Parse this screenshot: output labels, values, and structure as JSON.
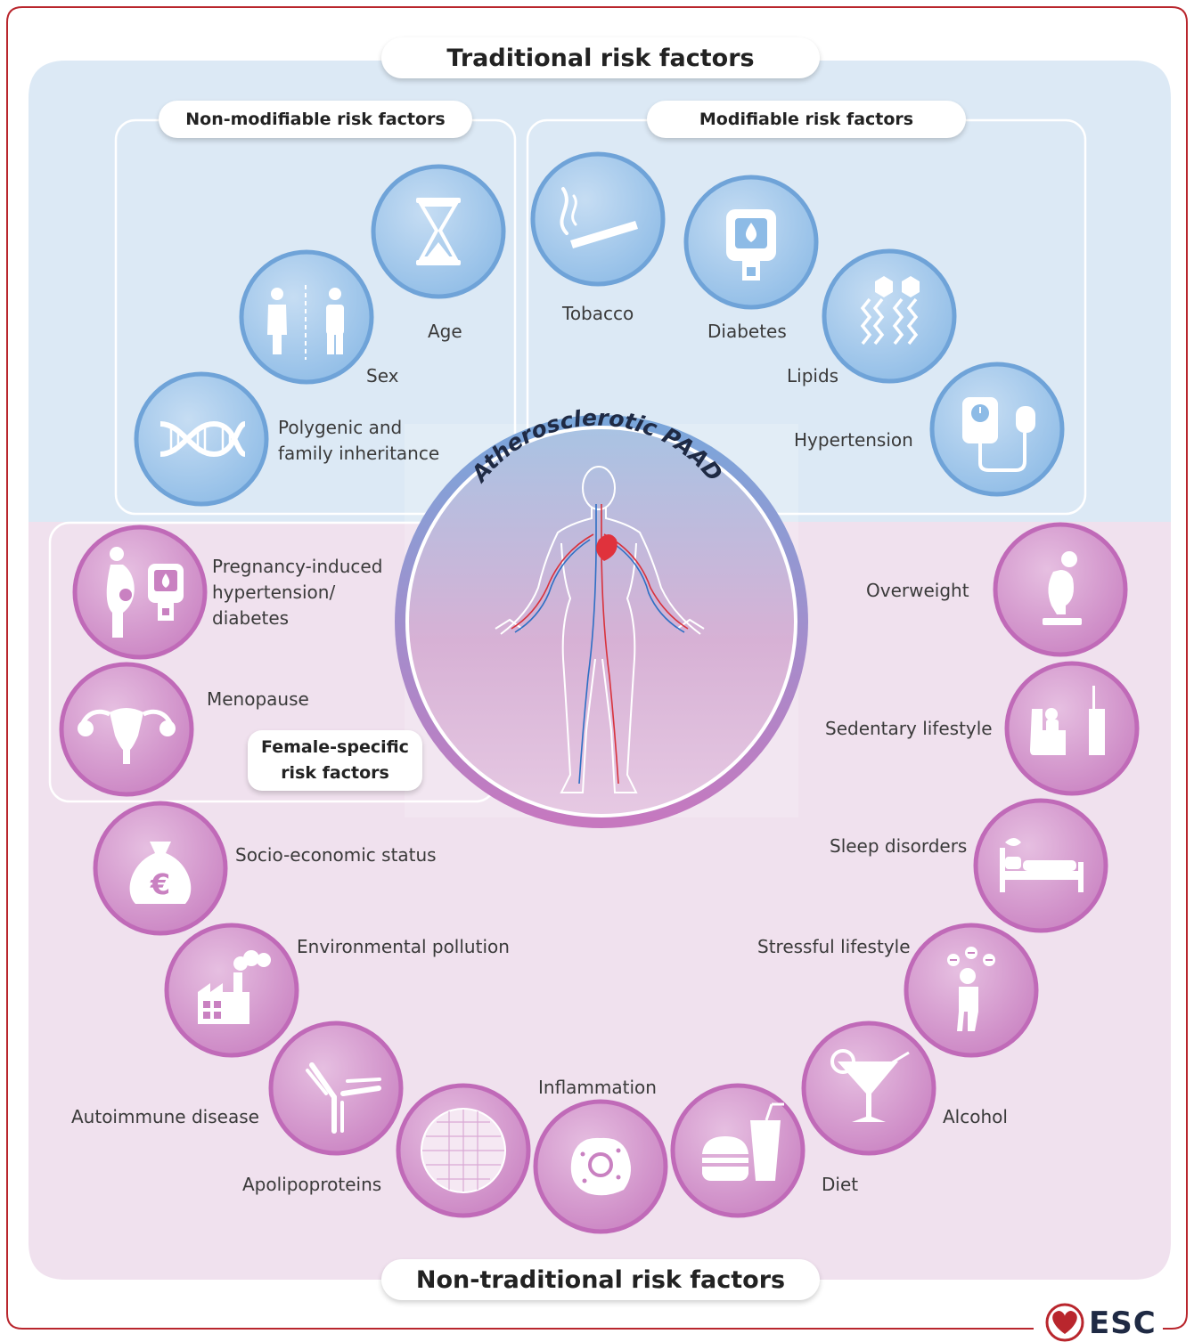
{
  "header": {
    "title": "Traditional risk factors"
  },
  "footer": {
    "title": "Non-traditional risk factors"
  },
  "non_modifiable": {
    "title": "Non-modifiable risk factors",
    "items": [
      {
        "label": "Age",
        "icon": "hourglass-icon"
      },
      {
        "label": "Sex",
        "icon": "male-female-icon"
      },
      {
        "label": "Polygenic and\nfamily inheritance",
        "icon": "dna-icon"
      }
    ]
  },
  "modifiable": {
    "title": "Modifiable risk factors",
    "items": [
      {
        "label": "Tobacco",
        "icon": "cigarette-icon"
      },
      {
        "label": "Diabetes",
        "icon": "glucometer-icon"
      },
      {
        "label": "Lipids",
        "icon": "lipid-molecule-icon"
      },
      {
        "label": "Hypertension",
        "icon": "blood-pressure-monitor-icon"
      }
    ]
  },
  "center": {
    "title": "Atherosclerotic PAAD",
    "icon": "female-anatomy-vascular-icon"
  },
  "female_specific": {
    "title": "Female-specific\nrisk factors",
    "items": [
      {
        "label": "Pregnancy-induced\nhypertension/\ndiabetes",
        "icon": "pregnancy-glucometer-icon"
      },
      {
        "label": "Menopause",
        "icon": "uterus-icon"
      }
    ]
  },
  "non_traditional": {
    "items": [
      {
        "label": "Overweight",
        "icon": "overweight-person-icon"
      },
      {
        "label": "Sedentary lifestyle",
        "icon": "armchair-tv-icon"
      },
      {
        "label": "Sleep disorders",
        "icon": "bed-sleep-icon"
      },
      {
        "label": "Stressful lifestyle",
        "icon": "stressed-person-icon"
      },
      {
        "label": "Alcohol",
        "icon": "cocktail-glass-icon"
      },
      {
        "label": "Diet",
        "icon": "burger-drink-icon"
      },
      {
        "label": "Inflammation",
        "icon": "inflammatory-cell-icon"
      },
      {
        "label": "Apolipoproteins",
        "icon": "lipoprotein-particle-icon"
      },
      {
        "label": "Autoimmune disease",
        "icon": "antibody-icon"
      },
      {
        "label": "Environmental pollution",
        "icon": "factory-smoke-icon"
      },
      {
        "label": "Socio-economic status",
        "icon": "euro-money-bag-icon"
      }
    ]
  },
  "logo": {
    "text": "ESC"
  },
  "colors": {
    "blue_bg": "#dce9f5",
    "pink_bg": "#f0e1ee",
    "blue_icon": "#7eb0e0",
    "pink_icon": "#c67bbf",
    "frame": "#b9262d"
  }
}
